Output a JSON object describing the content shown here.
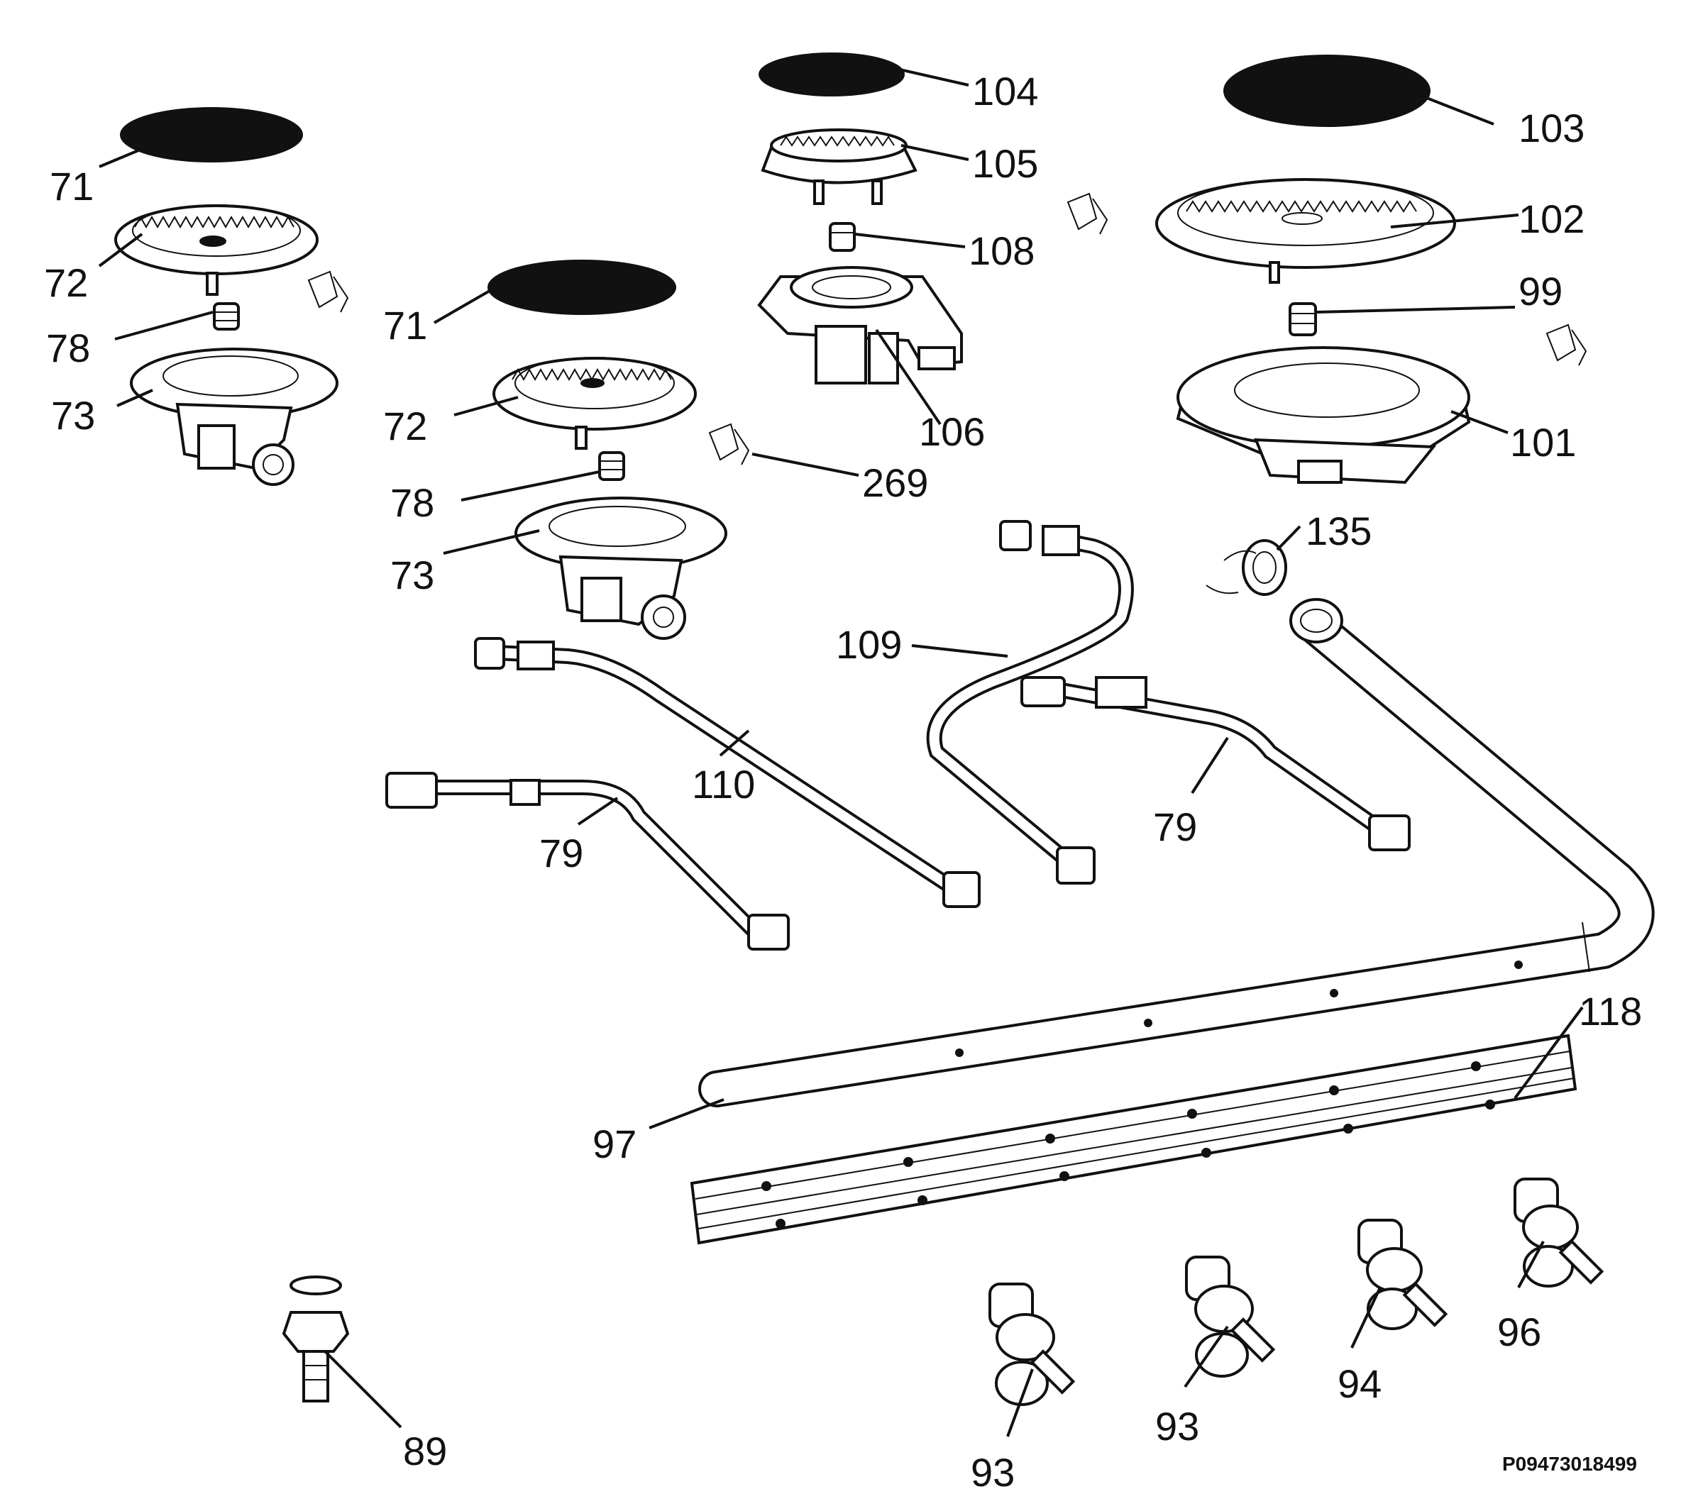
{
  "labels": {
    "l71a": "71",
    "l72a": "72",
    "l78a": "78",
    "l73a": "73",
    "l71b": "71",
    "l72b": "72",
    "l78b": "78",
    "l73b": "73",
    "l104": "104",
    "l105": "105",
    "l108": "108",
    "l106": "106",
    "l269": "269",
    "l103": "103",
    "l102": "102",
    "l99": "99",
    "l101": "101",
    "l135": "135",
    "l109": "109",
    "l110": "110",
    "l79a": "79",
    "l79b": "79",
    "l118": "118",
    "l97": "97",
    "l89": "89",
    "l93a": "93",
    "l93b": "93",
    "l94": "94",
    "l96": "96"
  },
  "diagram_code": "P09473018499"
}
